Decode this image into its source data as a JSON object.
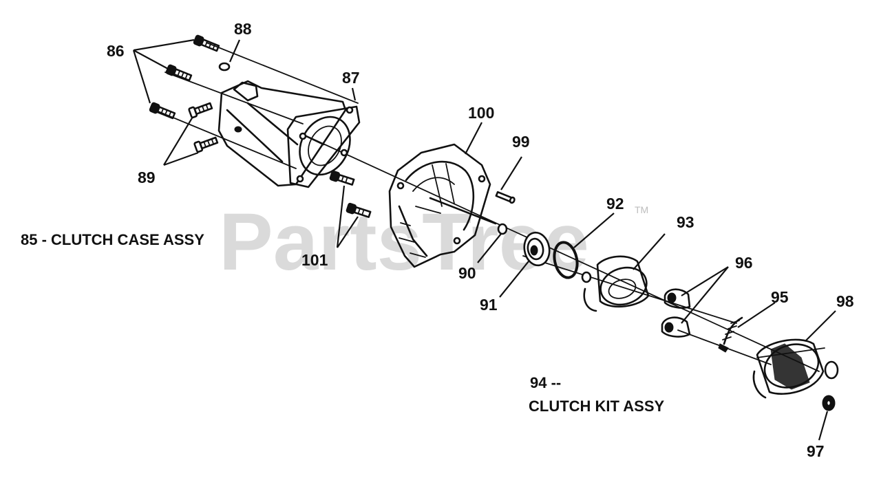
{
  "watermark": {
    "text": "PartsTree",
    "trademark": "TM"
  },
  "assemblies": {
    "clutch_case": "85 - CLUTCH CASE ASSY",
    "clutch_kit_num": "94 --",
    "clutch_kit_label": "CLUTCH KIT ASSY"
  },
  "part_labels": {
    "p86": "86",
    "p88": "88",
    "p87": "87",
    "p89": "89",
    "p100": "100",
    "p99": "99",
    "p101": "101",
    "p92": "92",
    "p93": "93",
    "p90": "90",
    "p91": "91",
    "p96": "96",
    "p95": "95",
    "p98": "98",
    "p97": "97"
  }
}
